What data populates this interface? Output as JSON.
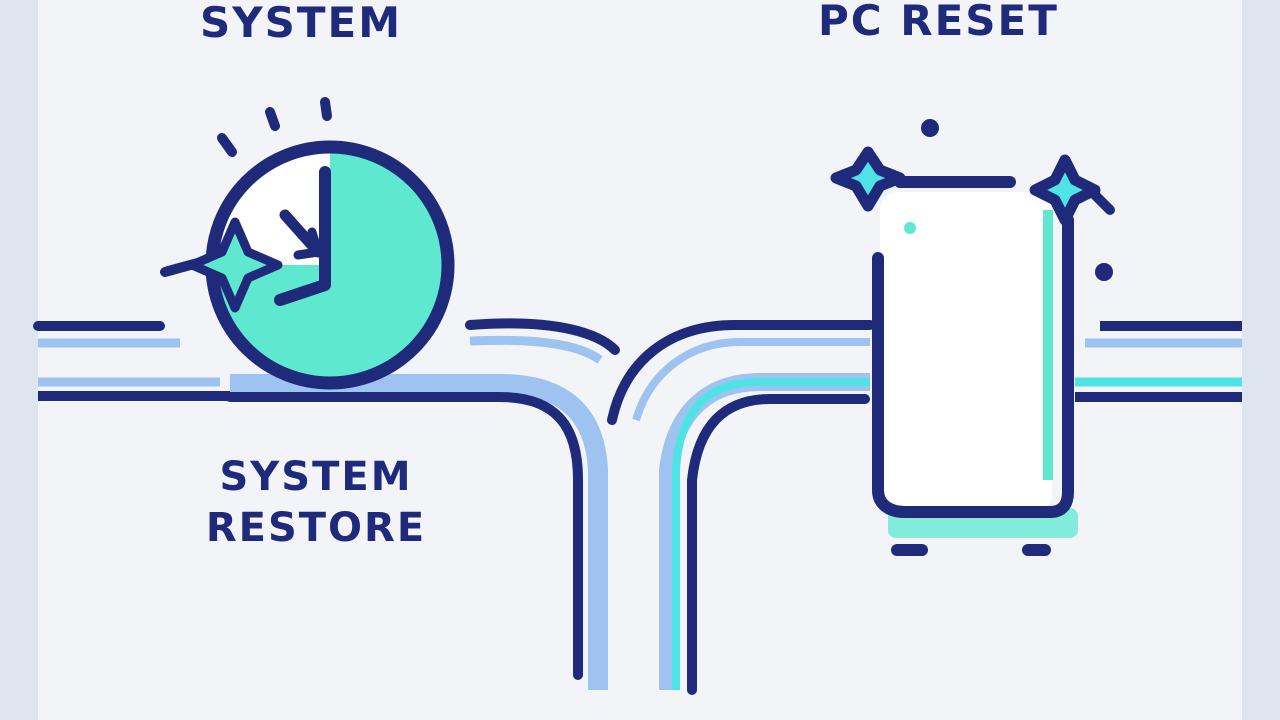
{
  "labels": {
    "top_left": "SYSTEM",
    "top_right": "PC RESET",
    "bottom_line1": "SYSTEM",
    "bottom_line2": "RESTORE"
  },
  "colors": {
    "navy": "#1f2a7a",
    "mint": "#5ee8cf",
    "light_blue": "#9fc3f0",
    "cyan": "#4fe3e6",
    "panel": "#f2f4f8",
    "background": "#dfe5ef"
  },
  "icons": {
    "restore": "clock-with-arrow-icon",
    "reset": "device-with-sparkles-icon"
  }
}
